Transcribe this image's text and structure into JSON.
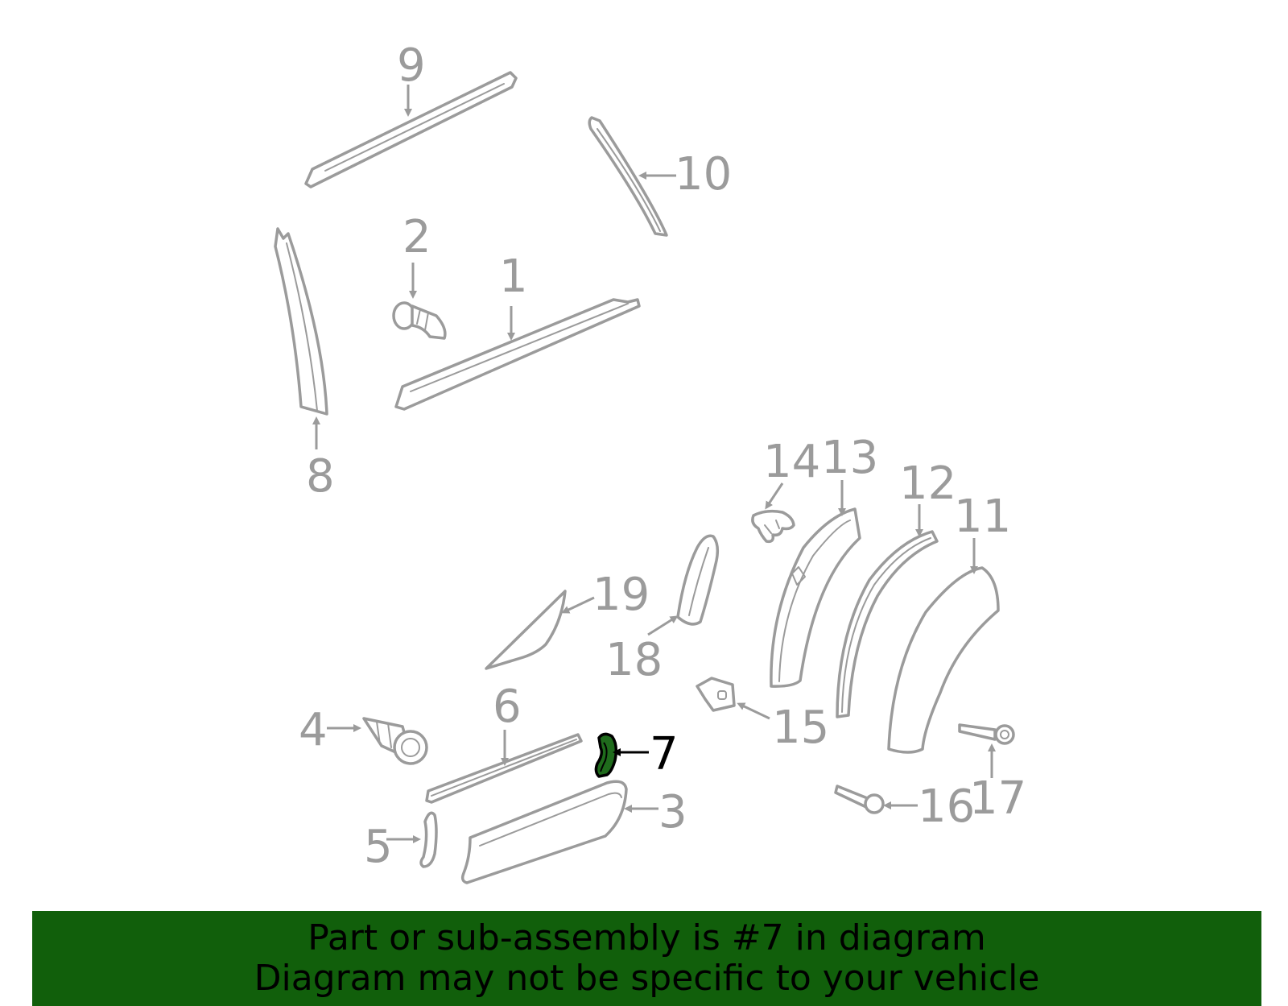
{
  "callouts": {
    "n1": "1",
    "n2": "2",
    "n3": "3",
    "n4": "4",
    "n5": "5",
    "n6": "6",
    "n7": "7",
    "n8": "8",
    "n9": "9",
    "n10": "10",
    "n11": "11",
    "n12": "12",
    "n13": "13",
    "n14": "14",
    "n15": "15",
    "n16": "16",
    "n17": "17",
    "n18": "18",
    "n19": "19"
  },
  "highlighted_part": "7",
  "colors": {
    "line": "#9b9b9b",
    "highlight_fill": "#1f6b1c",
    "banner": "#115f0b"
  },
  "banner": {
    "line1": "Part or sub-assembly is #7 in diagram",
    "line2": "Diagram may not be specific to your vehicle"
  }
}
